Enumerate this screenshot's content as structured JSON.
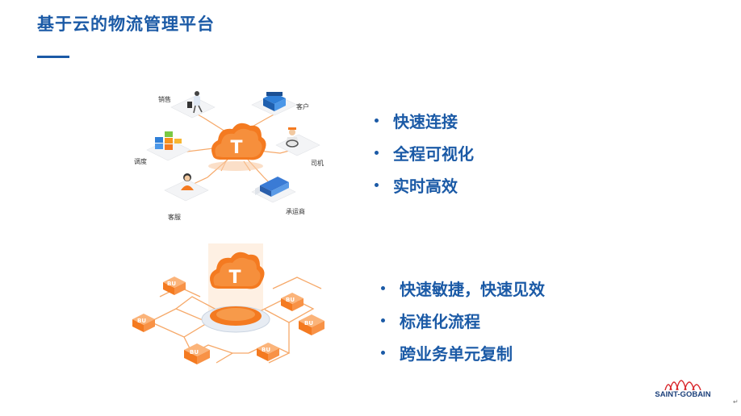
{
  "slide": {
    "title": "基于云的物流管理平台"
  },
  "top_section": {
    "nodes": {
      "sales": "销售",
      "customer": "客户",
      "dispatch": "调度",
      "driver": "司机",
      "service": "客服",
      "carrier": "承运商"
    },
    "cloud_letter": "T",
    "bullets": [
      "快速连接",
      "全程可视化",
      "实时高效"
    ]
  },
  "bottom_section": {
    "cloud_letter": "T",
    "bu_label": "BU",
    "bullets": [
      "快速敏捷，快速见效",
      "标准化流程",
      "跨业务单元复制"
    ]
  },
  "logo": {
    "text": "SAINT-GOBAIN"
  },
  "colors": {
    "title_blue": "#1b5aa6",
    "accent_orange": "#f47a20",
    "line_orange": "#f6a96a"
  }
}
